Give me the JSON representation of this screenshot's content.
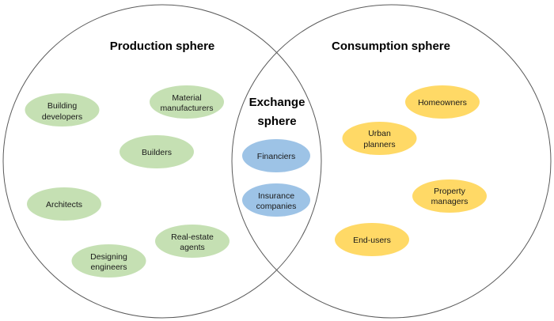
{
  "diagram": {
    "type": "venn",
    "title": "",
    "colors": {
      "production": "#c5e0b3",
      "exchange": "#9dc3e6",
      "consumption": "#ffd966",
      "outline": "#5a5a5a"
    },
    "spheres": [
      {
        "id": "production",
        "title": "Production sphere",
        "members": [
          {
            "label_lines": [
              "Building",
              "developers"
            ]
          },
          {
            "label_lines": [
              "Material",
              "manufacturers"
            ]
          },
          {
            "label_lines": [
              "Builders"
            ]
          },
          {
            "label_lines": [
              "Architects"
            ]
          },
          {
            "label_lines": [
              "Real-estate",
              "agents"
            ]
          },
          {
            "label_lines": [
              "Designing",
              "engineers"
            ]
          }
        ]
      },
      {
        "id": "exchange",
        "title_lines": [
          "Exchange",
          "sphere"
        ],
        "members": [
          {
            "label_lines": [
              "Financiers"
            ]
          },
          {
            "label_lines": [
              "Insurance",
              "companies"
            ]
          }
        ]
      },
      {
        "id": "consumption",
        "title": "Consumption sphere",
        "members": [
          {
            "label_lines": [
              "Homeowners"
            ]
          },
          {
            "label_lines": [
              "Urban",
              "planners"
            ]
          },
          {
            "label_lines": [
              "Property",
              "managers"
            ]
          },
          {
            "label_lines": [
              "End-users"
            ]
          }
        ]
      }
    ]
  }
}
